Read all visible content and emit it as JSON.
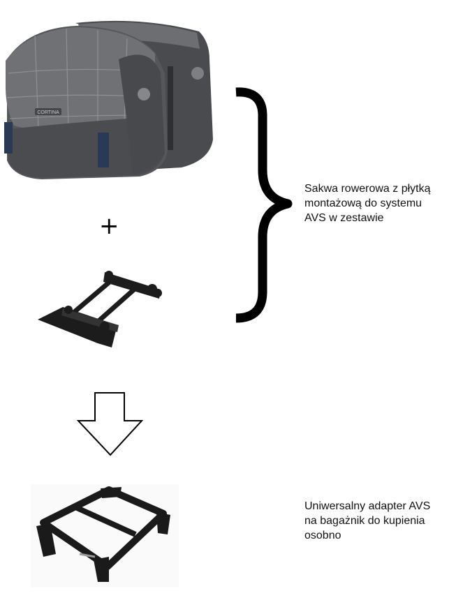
{
  "colors": {
    "bag_body": "#55575a",
    "bag_dark": "#3a3b3d",
    "bag_light": "#8a8c8f",
    "plate": "#1c1c1c",
    "adapter": "#1a1a1a",
    "bracket": "#000000"
  },
  "images": {
    "bag": {
      "icon": "pannier-bag-icon",
      "logo_text": "CORTINA"
    },
    "plate": {
      "icon": "mounting-plate-icon"
    },
    "adapter": {
      "icon": "rack-adapter-icon"
    }
  },
  "symbols": {
    "plus": "+",
    "arrow": "down-arrow-icon",
    "brace": "right-curly-brace-icon"
  },
  "captions": {
    "set": "Sakwa rowerowa z płytką\nmontażową do systemu\nAVS w zestawie",
    "adapter": "Uniwersalny adapter AVS\nna bagażnik do kupienia\nosobno"
  }
}
